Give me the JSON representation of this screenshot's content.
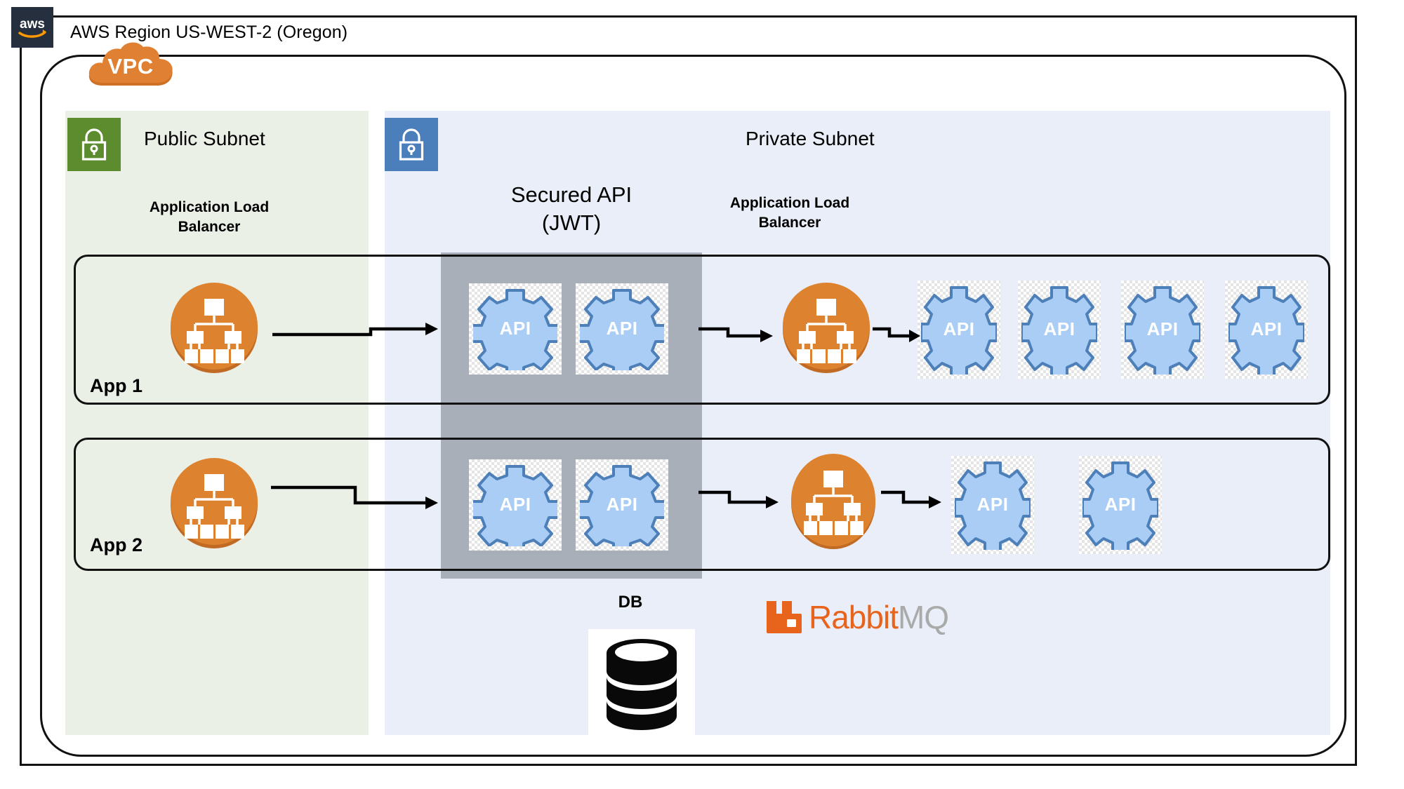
{
  "region": {
    "logo_alt": "aws-logo",
    "title": "AWS Region US-WEST-2 (Oregon)"
  },
  "vpc": {
    "label": "VPC"
  },
  "subnets": {
    "public": {
      "title": "Public Subnet",
      "lock_icon": "lock-icon",
      "lock_color": "#5d8c2f",
      "band_color": "#ebf0e7",
      "alb_caption": "Application Load\nBalancer",
      "alb_caption_line1": "Application Load",
      "alb_caption_line2": "Balancer"
    },
    "private": {
      "title": "Private Subnet",
      "lock_icon": "lock-icon",
      "lock_color": "#4a7fbb",
      "band_color": "#e9eef8",
      "alb_caption_line1": "Application Load",
      "alb_caption_line2": "Balancer"
    }
  },
  "secured_zone": {
    "caption_line1": "Secured API",
    "caption_line2": "(JWT)",
    "color": "#a9afb8"
  },
  "apps": [
    {
      "label": "App 1",
      "public_alb": "application-load-balancer",
      "secured_apis": [
        "API",
        "API"
      ],
      "private_alb": "application-load-balancer",
      "private_apis": [
        "API",
        "API",
        "API",
        "API"
      ]
    },
    {
      "label": "App 2",
      "public_alb": "application-load-balancer",
      "secured_apis": [
        "API",
        "API"
      ],
      "private_alb": "application-load-balancer",
      "private_apis": [
        "API",
        "API"
      ]
    }
  ],
  "services": {
    "database": {
      "label": "DB",
      "icon": "database-cylinder-icon"
    },
    "message_broker": {
      "name_part1": "Rabbit",
      "name_part2": "MQ",
      "icon": "rabbitmq-logo-icon",
      "color_part1": "#e8641d",
      "color_part2": "#a9aaaa"
    }
  },
  "colors": {
    "aws_navy": "#252f3e",
    "vpc_orange": "#e08033",
    "alb_orange": "#dd822f",
    "api_blue_fill": "#a9cdf5",
    "api_blue_stroke": "#4d7fb8",
    "outline": "#111111"
  }
}
